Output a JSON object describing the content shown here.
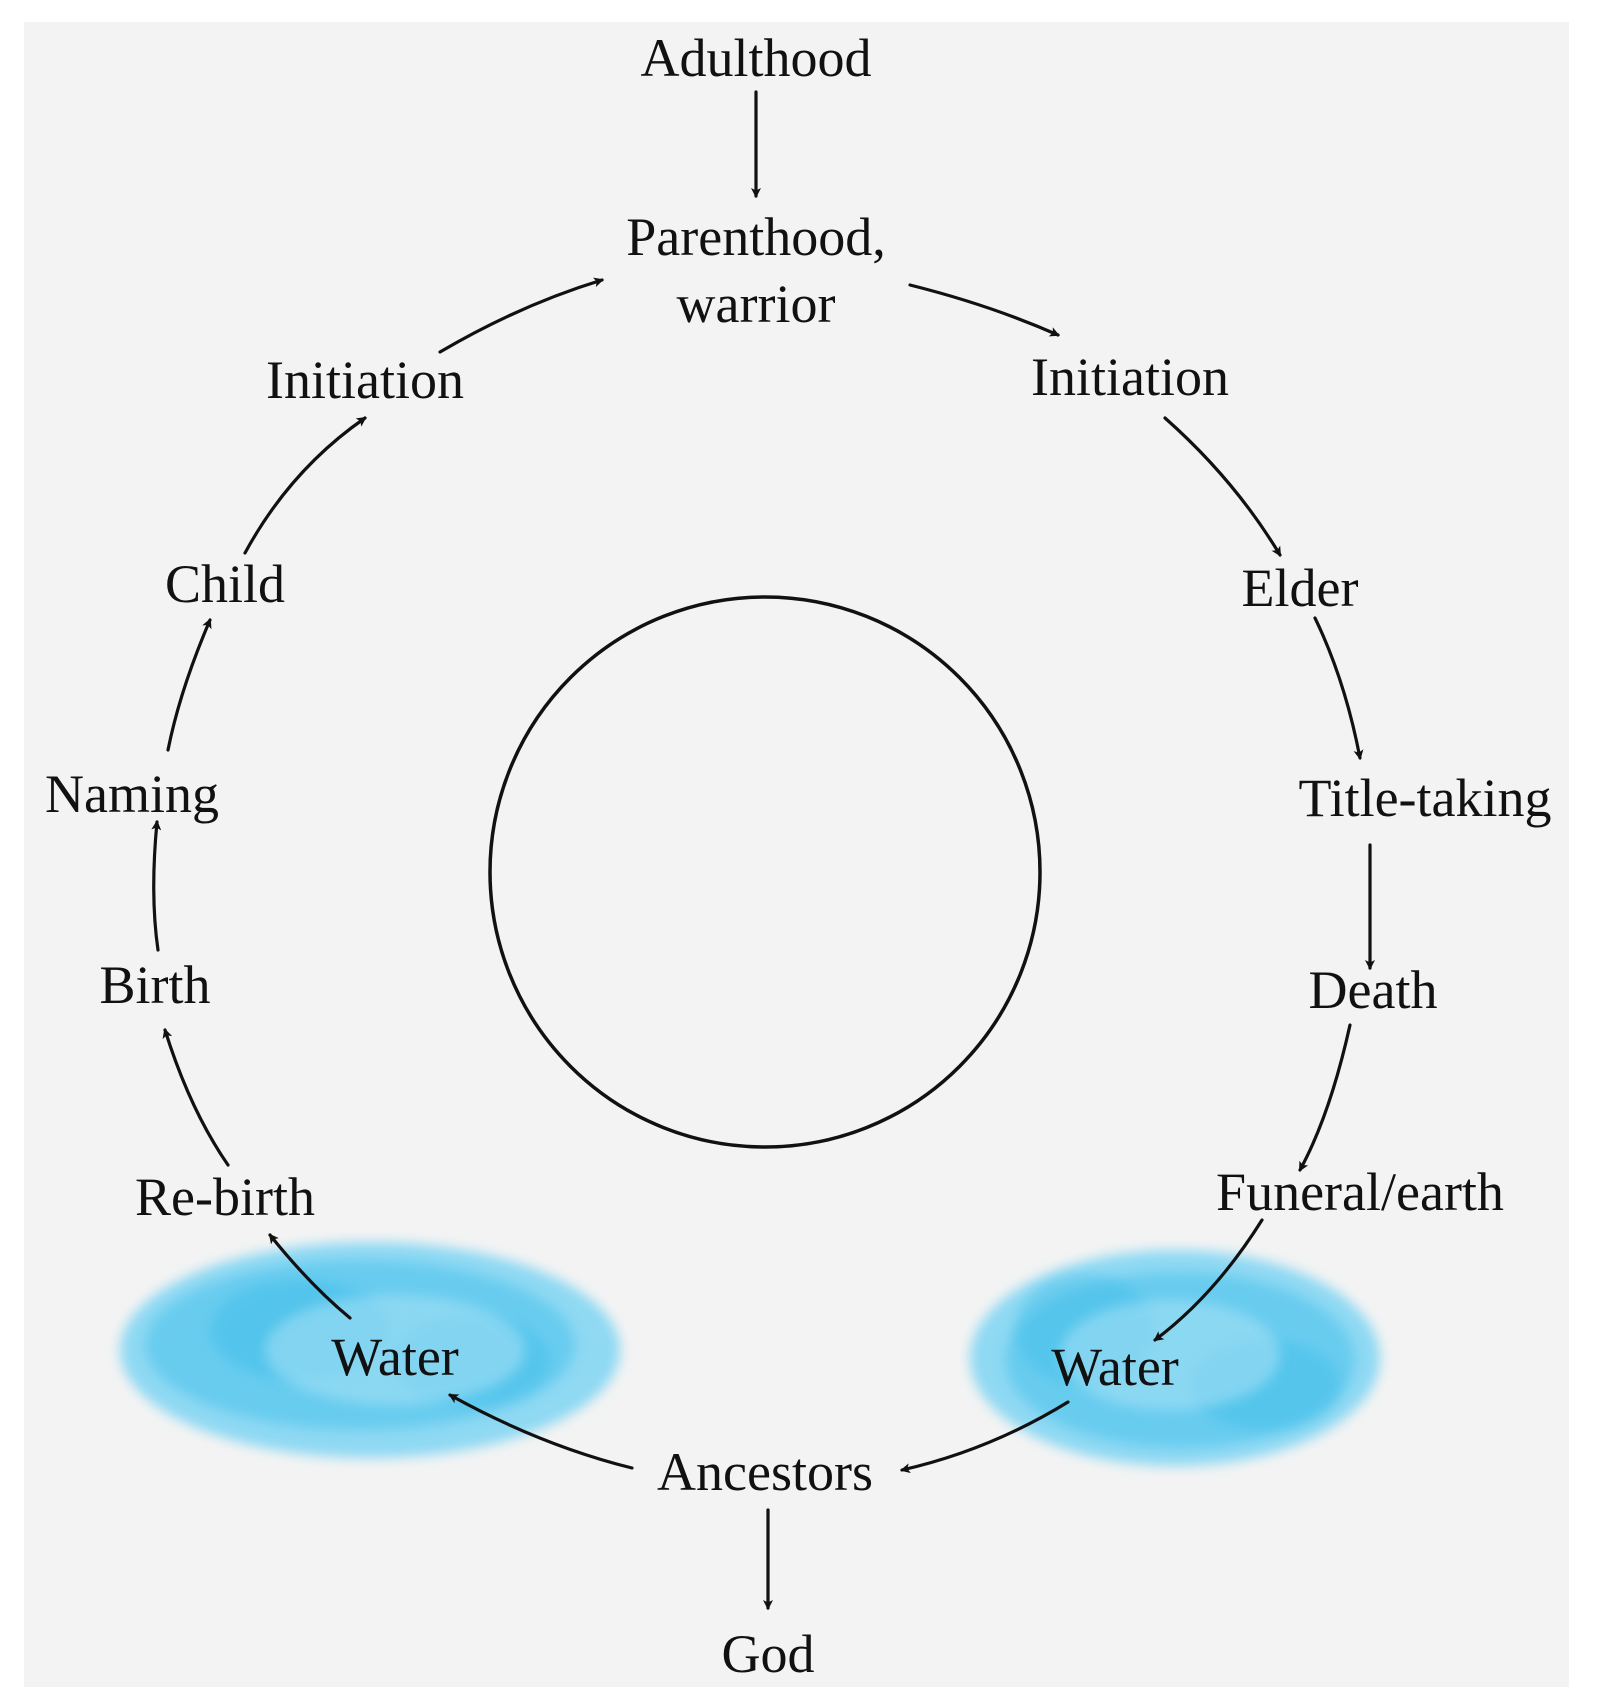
{
  "diagram": {
    "nodes": {
      "adulthood": "Adulthood",
      "parenthood_line1": "Parenthood,",
      "parenthood_line2": "warrior",
      "initiation_right": "Initiation",
      "elder": "Elder",
      "title_taking": "Title-taking",
      "death": "Death",
      "funeral_earth": "Funeral/earth",
      "water_right": "Water",
      "ancestors": "Ancestors",
      "god": "God",
      "water_left": "Water",
      "re_birth": "Re-birth",
      "birth": "Birth",
      "naming": "Naming",
      "child": "Child",
      "initiation_left": "Initiation"
    },
    "colors": {
      "water": "#5cc8ee",
      "ink": "#111111",
      "background": "#f3f3f3"
    }
  }
}
